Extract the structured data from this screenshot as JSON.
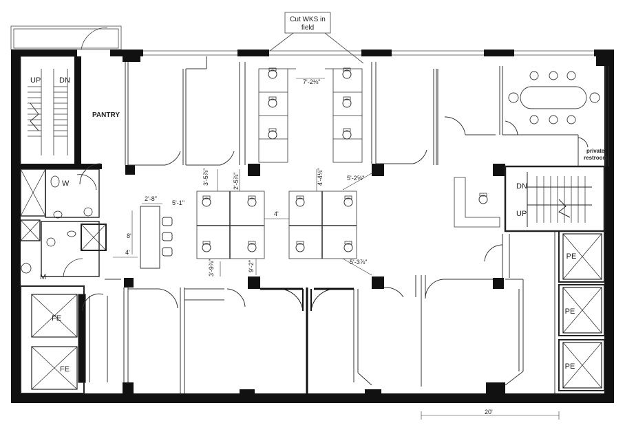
{
  "labels": {
    "callout": "Cut WKS in field",
    "callout_line1": "Cut WKS in",
    "callout_line2": "field",
    "pantry": "PANTRY",
    "private_restroom_1": "private",
    "private_restroom_2": "restroom",
    "up_left": "UP",
    "dn_left": "DN",
    "up_right": "UP",
    "dn_right": "DN",
    "w": "W",
    "m": "M",
    "fe_top": "FE",
    "fe_bottom": "FE",
    "pe_1": "PE",
    "pe_2": "PE",
    "pe_3": "PE"
  },
  "dimensions": {
    "d1": "7'-2⅛\"",
    "d2": "3'-5⅞\"",
    "d3": "2'-5⅞\"",
    "d4": "4'-4⅛\"",
    "d5": "5'-2⅝\"",
    "d6": "2'-8\"",
    "d7": "5'-1\"",
    "d8": "8'",
    "d9": "4'",
    "d10": "4'",
    "d11": "3'-9⅞\"",
    "d12": "9'-2\"",
    "d13": "5'-3⅞\"",
    "d14": "20'"
  },
  "colors": {
    "wall": "#111111",
    "line": "#333333"
  }
}
